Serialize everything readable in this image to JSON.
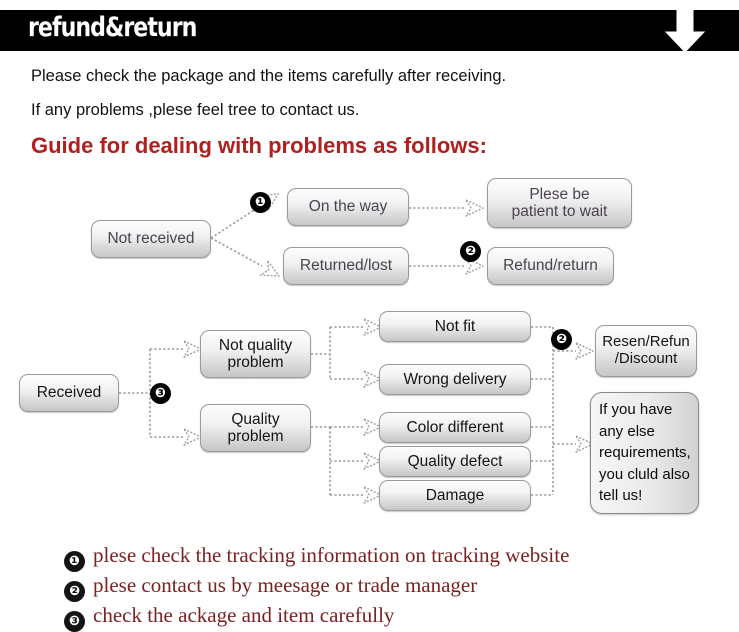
{
  "header": {
    "title": "refund&return",
    "arrow_icon": "arrow-down-icon"
  },
  "intro": {
    "line1": "Please check the package and the items carefully after receiving.",
    "line2": "If any problems ,plese feel tree to contact us.",
    "guide_heading": "Guide for dealing with problems as follows:"
  },
  "colors": {
    "banner_bg": "#000000",
    "heading_red": "#b02020",
    "list_red": "#7a2222",
    "node_text": "#4b4350",
    "node_border": "#9a9a9a",
    "connector": "#8c8c8c"
  },
  "flow_not_received": {
    "root": "Not received",
    "on_the_way": "On the way",
    "returned_lost": "Returned/lost",
    "please_wait": "Plese be\npatient to wait",
    "please_wait_l1": "Plese be",
    "please_wait_l2": "patient to wait",
    "refund_return": "Refund/return",
    "badge_on_the_way": "❶",
    "badge_refund": "❷"
  },
  "flow_received": {
    "root": "Received",
    "badge_root": "❸",
    "not_quality_l1": "Not quality",
    "not_quality_l2": "problem",
    "quality_l1": "Quality",
    "quality_l2": "problem",
    "not_fit": "Not fit",
    "wrong_delivery": "Wrong delivery",
    "color_different": "Color different",
    "quality_defect": "Quality defect",
    "damage": "Damage",
    "resend_l1": "Resen/Refun",
    "resend_l2": "/Discount",
    "badge_resend": "❷",
    "note_l1": "If you have",
    "note_l2": "any else",
    "note_l3": "requirements,",
    "note_l4": "you cluld also",
    "note_l5": "tell us!"
  },
  "bullets": [
    {
      "num": "❶",
      "text": "plese check the tracking information on tracking website"
    },
    {
      "num": "❷",
      "text": "plese contact us by meesage or trade manager"
    },
    {
      "num": "❸",
      "text": "check the ackage and item carefully"
    }
  ]
}
